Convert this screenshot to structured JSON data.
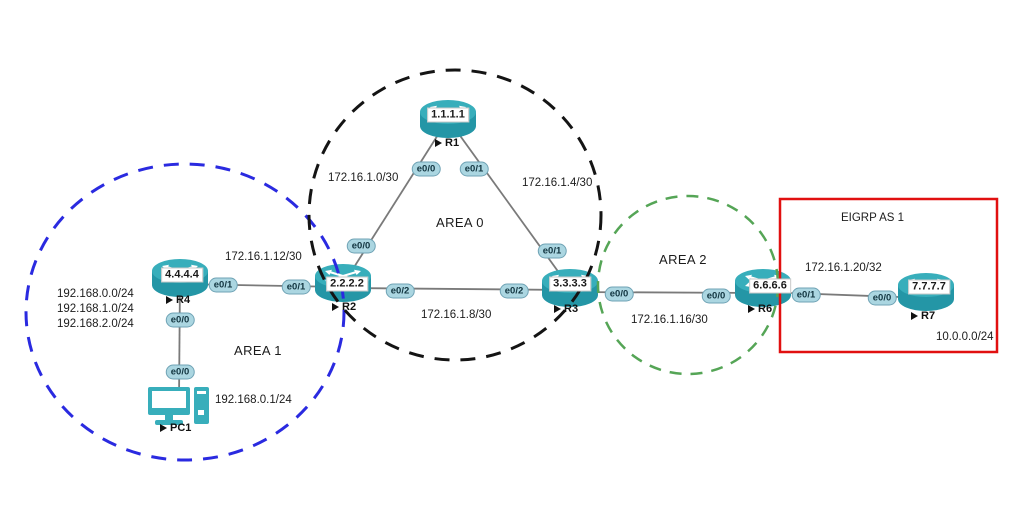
{
  "colors": {
    "device": "#38aebb",
    "device_dark": "#2496a6",
    "link": "#7a7a7a",
    "area0_stroke": "#141414",
    "area1_stroke": "#2a2ae0",
    "area2_stroke": "#55a556",
    "eigrp_box_stroke": "#e11010"
  },
  "areas": {
    "area0": "AREA 0",
    "area1": "AREA 1",
    "area2": "AREA 2",
    "eigrp": "EIGRP AS 1"
  },
  "devices": {
    "r1": {
      "name": "R1",
      "loopback": "1.1.1.1"
    },
    "r2": {
      "name": "R2",
      "loopback": "2.2.2.2"
    },
    "r3": {
      "name": "R3",
      "loopback": "3.3.3.3"
    },
    "r4": {
      "name": "R4",
      "loopback": "4.4.4.4"
    },
    "r6": {
      "name": "R6",
      "loopback": "6.6.6.6"
    },
    "r7": {
      "name": "R7",
      "loopback": "7.7.7.7"
    },
    "pc1": {
      "name": "PC1"
    }
  },
  "interfaces": {
    "r1_e0_0": "e0/0",
    "r1_e0_1": "e0/1",
    "r2_e0_0": "e0/0",
    "r2_e0_1": "e0/1",
    "r2_e0_2": "e0/2",
    "r3_e0_0": "e0/0",
    "r3_e0_1": "e0/1",
    "r3_e0_2": "e0/2",
    "r4_e0_0": "e0/0",
    "r4_e0_1": "e0/1",
    "pc1_e0_0": "e0/0",
    "r6_e0_0": "e0/0",
    "r6_e0_1": "e0/1",
    "r7_e0_0": "e0/0"
  },
  "networks": {
    "r1_r2": "172.16.1.0/30",
    "r1_r3": "172.16.1.4/30",
    "r2_r3": "172.16.1.8/30",
    "r4_r2": "172.16.1.12/30",
    "r3_r6": "172.16.1.16/30",
    "r6_r7": "172.16.1.20/32",
    "pc1_ip": "192.168.0.1/24",
    "r7_lan": "10.0.0.0/24",
    "area1_subnets": [
      "192.168.0.0/24",
      "192.168.1.0/24",
      "192.168.2.0/24"
    ]
  }
}
